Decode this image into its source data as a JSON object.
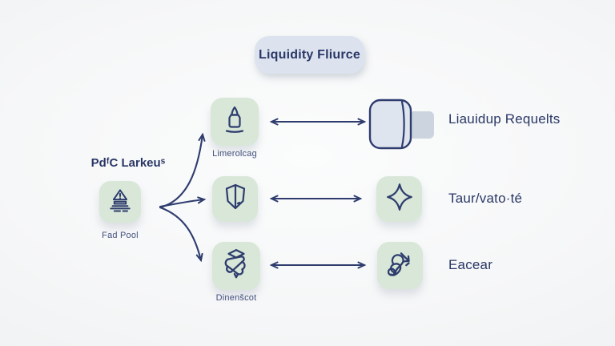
{
  "title": {
    "label": "Liquidity Fliurce"
  },
  "left_node": {
    "heading": "PdᶠC Larkeuˢ",
    "icon": "hazard-stack-icon",
    "caption": "Fad Pool"
  },
  "middle_nodes": [
    {
      "icon": "rocket-icon",
      "label": "Limerolcag"
    },
    {
      "icon": "shield-icon",
      "label": ""
    },
    {
      "icon": "package-icon",
      "label": "Dinenšcot"
    }
  ],
  "right_nodes": [
    {
      "icon": "card-icon",
      "label": "Liauidup Requelts"
    },
    {
      "icon": "sparkle-diamond-icon",
      "label": "Taur/vato·té"
    },
    {
      "icon": "swan-arrow-icon",
      "label": "Eacear"
    }
  ],
  "colors": {
    "background": "#f6f7f8",
    "navy": "#2e3c6e",
    "tile_green": "#d8e7d7",
    "pill_blue": "#dce3ef",
    "card_fill": "#dfe5ee",
    "card_tab": "#ccd4e0"
  }
}
